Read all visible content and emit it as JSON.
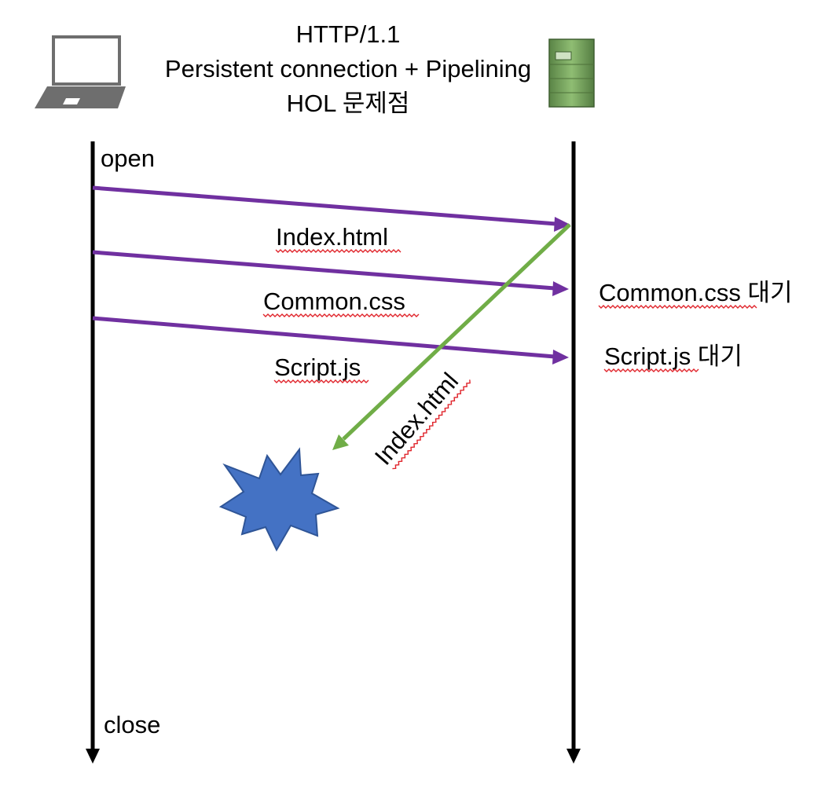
{
  "title": {
    "line1": "HTTP/1.1",
    "line2": "Persistent connection + Pipelining",
    "line3": "HOL 문제점"
  },
  "client": {
    "icon": "laptop-icon"
  },
  "server": {
    "icon": "server-icon"
  },
  "timeline": {
    "open_label": "open",
    "close_label": "close"
  },
  "requests": [
    {
      "label": "Index.html"
    },
    {
      "label": "Common.css"
    },
    {
      "label": "Script.js"
    }
  ],
  "response": {
    "label": "Index.html"
  },
  "server_notes": [
    {
      "label": "Common.css 대기"
    },
    {
      "label": "Script.js 대기"
    }
  ],
  "explosion": {
    "icon": "explosion-icon"
  },
  "colors": {
    "request_arrow": "#7030a0",
    "response_arrow": "#70ad47",
    "explosion_fill": "#4472c4",
    "explosion_stroke": "#2f5597",
    "server_body": "#6f9a58",
    "laptop_gray": "#6e6e6e"
  }
}
